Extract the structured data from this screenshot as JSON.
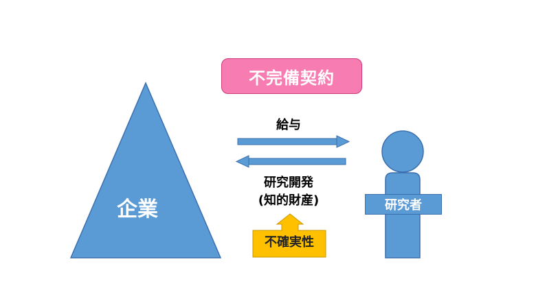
{
  "contract": {
    "label": "不完備契約"
  },
  "company": {
    "label": "企業"
  },
  "researcher": {
    "label": "研究者"
  },
  "flows": {
    "salary_label": "給与",
    "rd_label": "研究開発",
    "ip_label": "(知的財産)"
  },
  "uncertainty": {
    "label": "不確実性"
  },
  "colors": {
    "contract_fill": "#f67cb1",
    "company_fill": "#5b9bd5",
    "researcher_fill": "#5b9bd5",
    "arrow_fill": "#5b9bd5",
    "uncertainty_fill": "#ffc000"
  }
}
